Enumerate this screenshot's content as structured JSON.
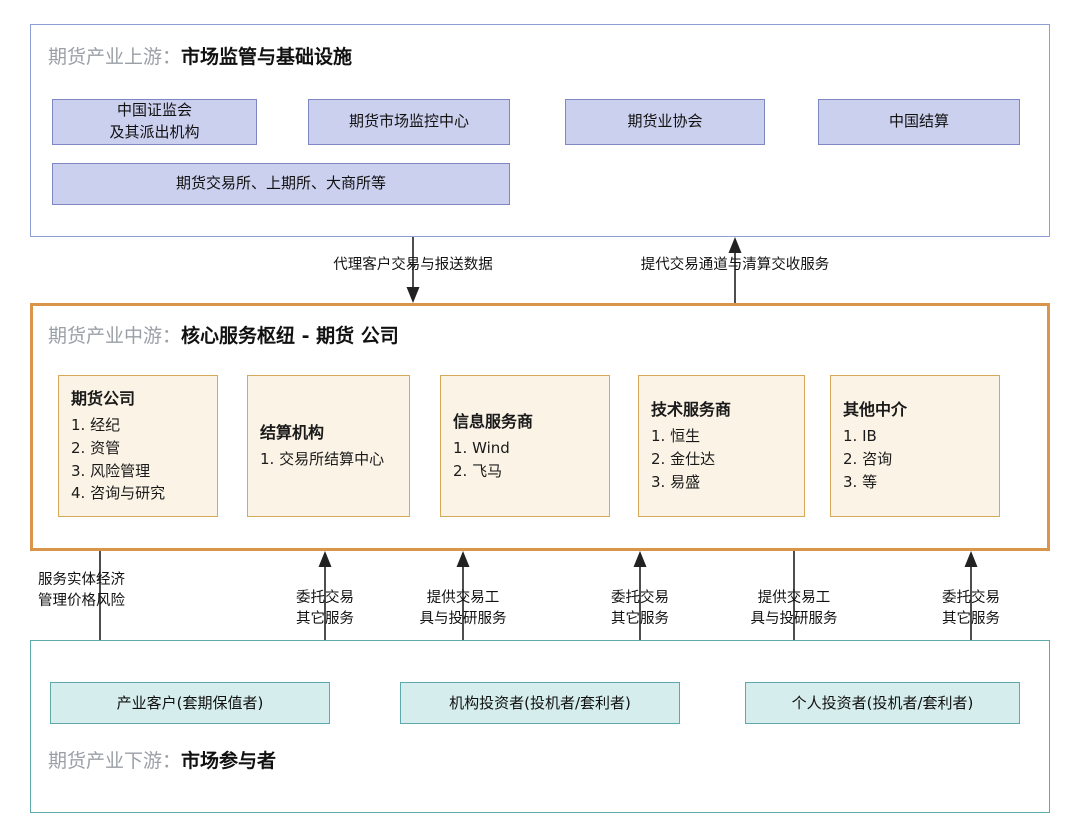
{
  "colors": {
    "upstream_border": "#8c9ed4",
    "upstream_box_fill": "#ccd0ef",
    "midstream_border": "#d9954a",
    "midstream_box_fill": "#fbf4e6",
    "downstream_border": "#5fa8ab",
    "downstream_box_fill": "#d5edec",
    "title_lead": "#9aa0a6",
    "title_strong": "#111111",
    "arrow": "#222222"
  },
  "upstream": {
    "title_lead": "期货产业上游：",
    "title_strong": "市场监管与基础设施",
    "boxes": [
      {
        "label": "中国证监会\n及其派出机构"
      },
      {
        "label": "期货市场监控中心"
      },
      {
        "label": "期货业协会"
      },
      {
        "label": "中国结算"
      },
      {
        "label": "期货交易所、上期所、大商所等"
      }
    ]
  },
  "midstream": {
    "title_lead": "期货产业中游：",
    "title_strong": "核心服务枢纽 - 期货 公司",
    "cards": [
      {
        "title": "期货公司",
        "items": "1. 经纪\n2. 资管\n3. 风险管理\n4. 咨询与研究"
      },
      {
        "title": "结算机构",
        "items": "1. 交易所结算中心"
      },
      {
        "title": "信息服务商",
        "items": "1. Wind\n2. 飞马"
      },
      {
        "title": "技术服务商",
        "items": "1. 恒生\n2. 金仕达\n3. 易盛"
      },
      {
        "title": "其他中介",
        "items": "1. IB\n2. 咨询\n3. 等"
      }
    ]
  },
  "downstream": {
    "title_lead": "期货产业下游：",
    "title_strong": "市场参与者",
    "boxes": [
      {
        "label": "产业客户(套期保值者)"
      },
      {
        "label": "机构投资者(投机者/套利者)"
      },
      {
        "label": "个人投资者(投机者/套利者)"
      }
    ]
  },
  "connectors_upper": [
    {
      "label": "代理客户交易与报送数据",
      "direction": "down"
    },
    {
      "label": "提代交易通道与清算交收服务",
      "direction": "up"
    }
  ],
  "connectors_lower": [
    {
      "label": "服务实体经济\n管理价格风险",
      "direction": "down"
    },
    {
      "label": "委托交易\n其它服务",
      "direction": "up"
    },
    {
      "label": "提供交易工\n具与投研服务",
      "direction": "up"
    },
    {
      "label": "委托交易\n其它服务",
      "direction": "up"
    },
    {
      "label": "提供交易工\n具与投研服务",
      "direction": "down"
    },
    {
      "label": "委托交易\n其它服务",
      "direction": "up"
    }
  ]
}
